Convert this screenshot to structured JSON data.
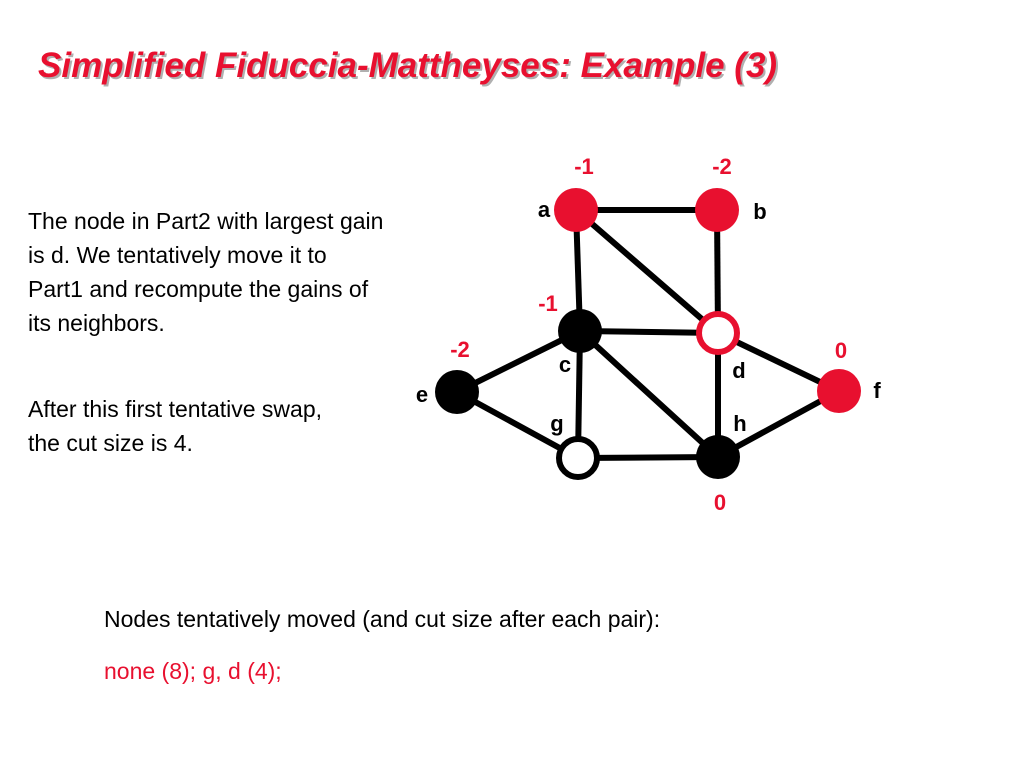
{
  "title": "Simplified Fiduccia-Mattheyses:  Example (3)",
  "description": [
    "The node in Part2 with largest gain is d.  We tentatively move it to Part1 and recompute the gains of its neighbors.",
    "After this first tentative swap, the cut size is 4."
  ],
  "footer": {
    "heading": "Nodes tentatively moved (and cut size after each pair):",
    "moves": "none (8); g, d (4);"
  },
  "colors": {
    "red": "#e8102f",
    "black": "#000000",
    "white": "#ffffff"
  },
  "graph": {
    "nodes": [
      {
        "id": "a",
        "label": "a",
        "gain": "-1",
        "fill": "red"
      },
      {
        "id": "b",
        "label": "b",
        "gain": "-2",
        "fill": "red"
      },
      {
        "id": "c",
        "label": "c",
        "gain": "-1",
        "fill": "black"
      },
      {
        "id": "d",
        "label": "d",
        "gain": "",
        "fill": "hollow-red"
      },
      {
        "id": "e",
        "label": "e",
        "gain": "-2",
        "fill": "black"
      },
      {
        "id": "f",
        "label": "f",
        "gain": "0",
        "fill": "red"
      },
      {
        "id": "g",
        "label": "g",
        "gain": "",
        "fill": "hollow-black"
      },
      {
        "id": "h",
        "label": "h",
        "gain": "0",
        "fill": "black"
      }
    ],
    "edges": [
      [
        "a",
        "b"
      ],
      [
        "a",
        "c"
      ],
      [
        "a",
        "d"
      ],
      [
        "b",
        "d"
      ],
      [
        "c",
        "d"
      ],
      [
        "c",
        "e"
      ],
      [
        "c",
        "g"
      ],
      [
        "c",
        "h"
      ],
      [
        "d",
        "f"
      ],
      [
        "d",
        "h"
      ],
      [
        "e",
        "g"
      ],
      [
        "g",
        "h"
      ],
      [
        "h",
        "f"
      ]
    ]
  }
}
